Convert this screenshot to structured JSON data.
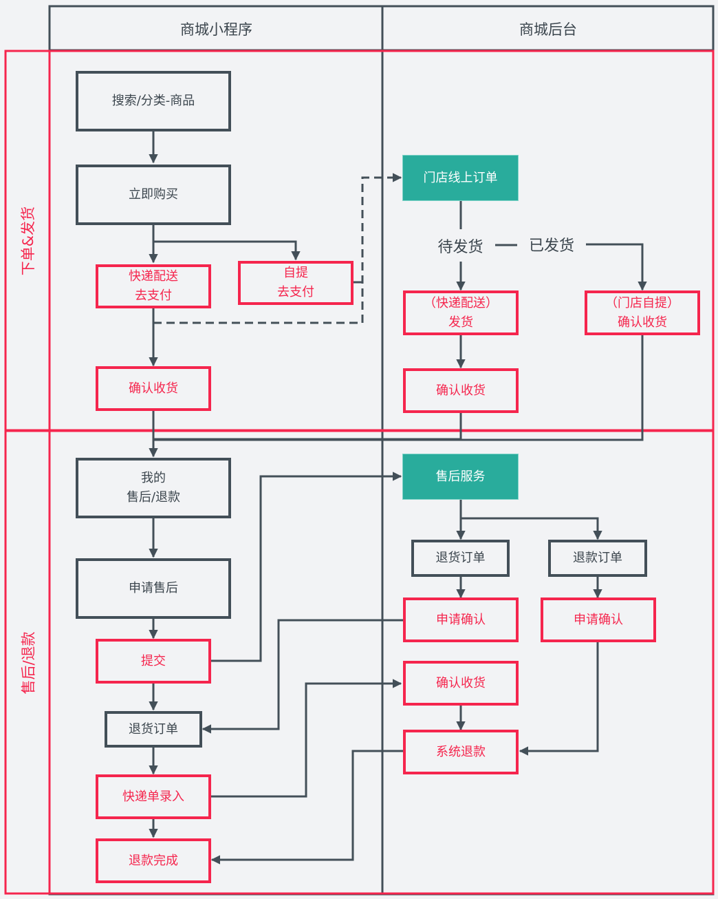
{
  "colors": {
    "background": "#f2f3f5",
    "line": "#434f58",
    "accent_red": "#f5254d",
    "accent_teal": "#29ac9c"
  },
  "lanes": {
    "columns": [
      "商城小程序",
      "商城后台"
    ],
    "rows": [
      "下单&发货",
      "售后/退款"
    ]
  },
  "nodes": {
    "search": "搜索/分类-商品",
    "buy_now": "立即购买",
    "express_pay": "快递配送\n去支付",
    "pickup_pay": "自提\n去支付",
    "confirm_receipt_mini": "确认收货",
    "store_online_order": "门店线上订单",
    "express_ship": "（快递配送）\n发货",
    "store_pickup_confirm": "（门店自提）\n确认收货",
    "confirm_receipt_admin": "确认收货",
    "my_aftersale": "我的\n售后/退款",
    "apply_aftersale": "申请售后",
    "submit": "提交",
    "return_order_mini": "退货订单",
    "express_no_input": "快递单录入",
    "refund_done": "退款完成",
    "aftersale_service": "售后服务",
    "return_order_admin": "退货订单",
    "refund_order_admin": "退款订单",
    "apply_confirm_return": "申请确认",
    "apply_confirm_refund": "申请确认",
    "confirm_receipt_return": "确认收货",
    "system_refund": "系统退款"
  },
  "edge_labels": {
    "pending_ship": "待发货",
    "shipped": "已发货"
  }
}
